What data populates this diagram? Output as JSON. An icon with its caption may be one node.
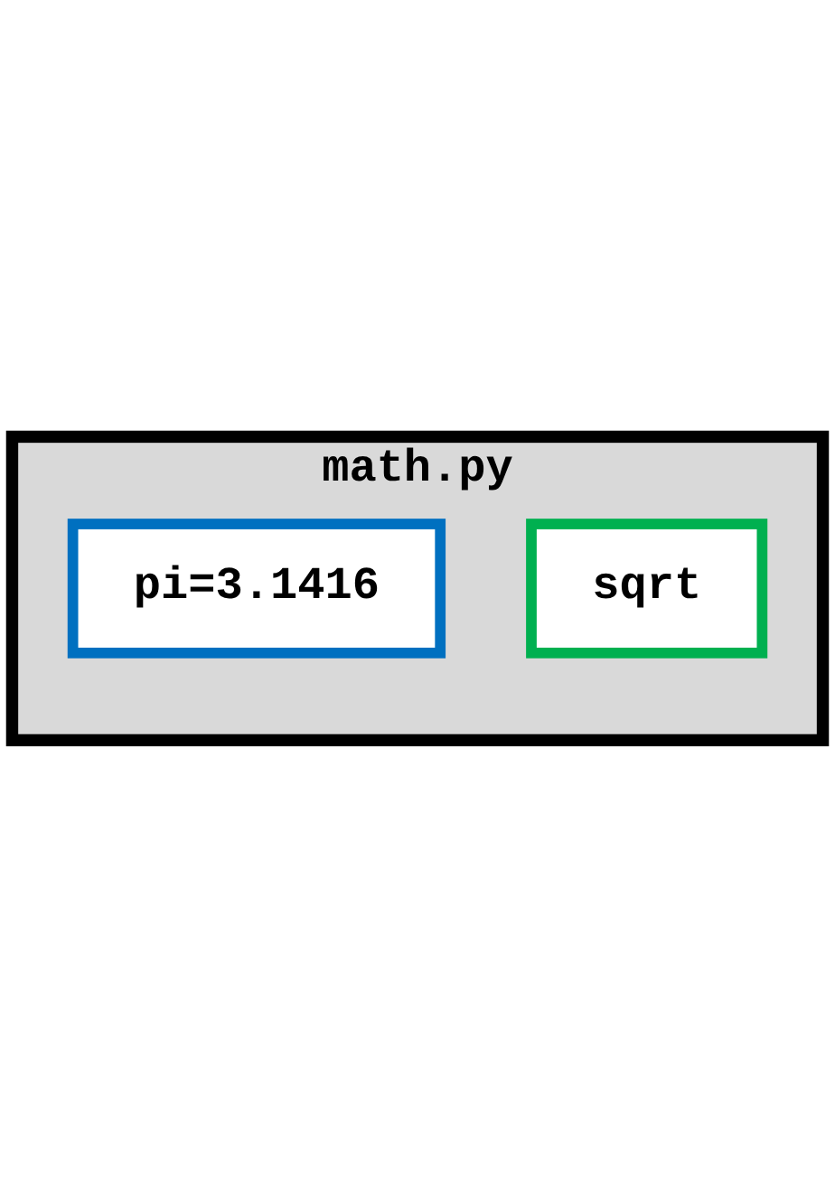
{
  "diagram": {
    "nodes": [
      {
        "text": [
          "math.py"
        ]
      },
      {
        "text": [
          "pi=3.1416"
        ],
        "in": 0
      },
      {
        "text": [
          "sqrt"
        ],
        "in": 0
      }
    ]
  }
}
